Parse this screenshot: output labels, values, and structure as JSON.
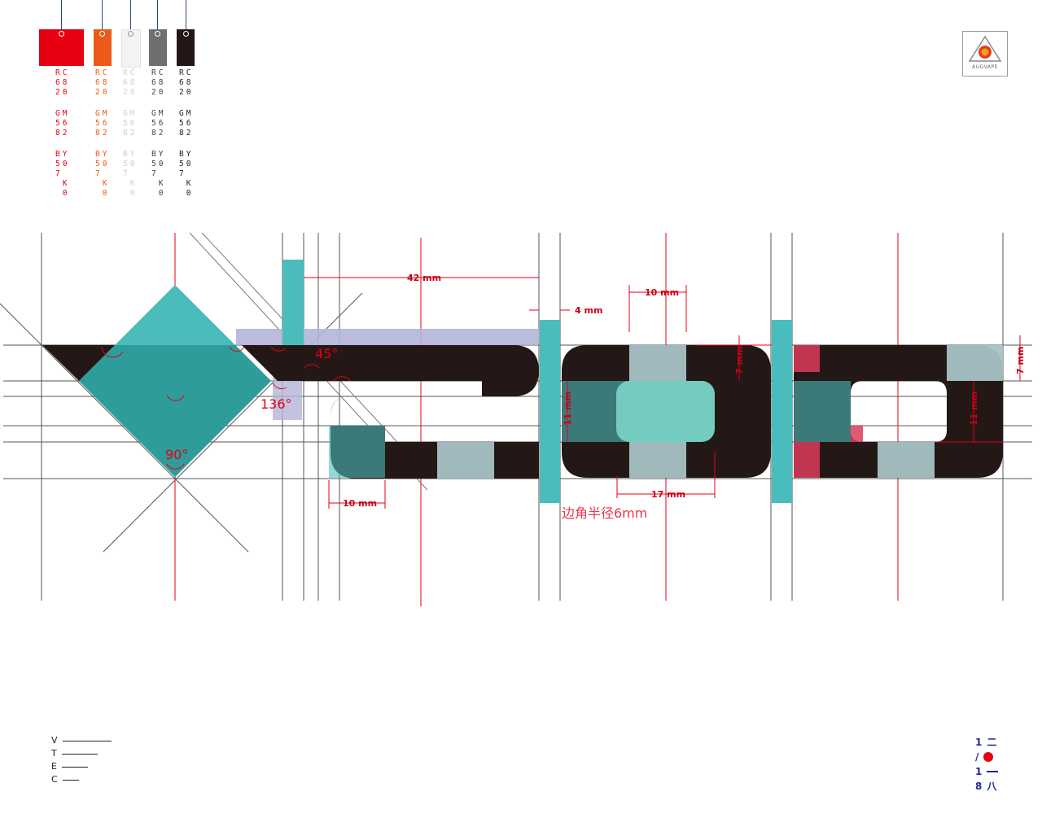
{
  "palette": [
    {
      "name": "red",
      "hex": "#e60012",
      "text_color": "#e60012",
      "c": "6 8 2 0",
      "m": "5 6 8 2",
      "y": "5 0 7",
      "k": "0"
    },
    {
      "name": "orange",
      "hex": "#eb5a18",
      "text_color": "#eb5a18",
      "c": "6 8 2 0",
      "m": "5 6 8 2",
      "y": "5 0 7",
      "k": "0"
    },
    {
      "name": "white",
      "hex": "#f3f3f3",
      "text_color": "#cfcfcf",
      "c": "6 8 2 0",
      "m": "5 6 8 2",
      "y": "5 0 7",
      "k": "0"
    },
    {
      "name": "gray",
      "hex": "#6f6f6f",
      "text_color": "#444444",
      "c": "6 8 2 0",
      "m": "5 6 8 2",
      "y": "5 0 7",
      "k": "0"
    },
    {
      "name": "black",
      "hex": "#231815",
      "text_color": "#222222",
      "c": "6 8 2 0",
      "m": "5 6 8 2",
      "y": "5 0 7",
      "k": "0"
    }
  ],
  "cmyk_letters": {
    "c": "C",
    "m": "M",
    "y": "Y",
    "k": "K"
  },
  "row_prefix": {
    "r": "R",
    "g": "G",
    "b": "B"
  },
  "logo": {
    "text": "AUGVAPE"
  },
  "angles": {
    "a45": "45°",
    "a136": "136°",
    "a90": "90°"
  },
  "dims": {
    "d42": "42 mm",
    "d4": "4 mm",
    "d10_top": "10 mm",
    "d7_mid": "7 mm",
    "d7_right": "7 mm",
    "d11_left": "11 mm",
    "d11_right": "11 mm",
    "d17": "17 mm",
    "d10_bottom": "10 mm"
  },
  "caption": "边角半径6mm",
  "footer_left": [
    "V",
    "T",
    "E",
    "C"
  ],
  "footer_right": {
    "line1": "1",
    "line1b": "二",
    "line2": "/",
    "line3": "1",
    "line4": "8",
    "line4b": "八"
  },
  "colors": {
    "teal": "#4bbcbc",
    "teal_dark": "#23918f",
    "lavender": "#b4b4da",
    "pink": "#dc3c5a",
    "dim_red": "#e60012",
    "ink": "#231815",
    "guide": "#555555"
  }
}
